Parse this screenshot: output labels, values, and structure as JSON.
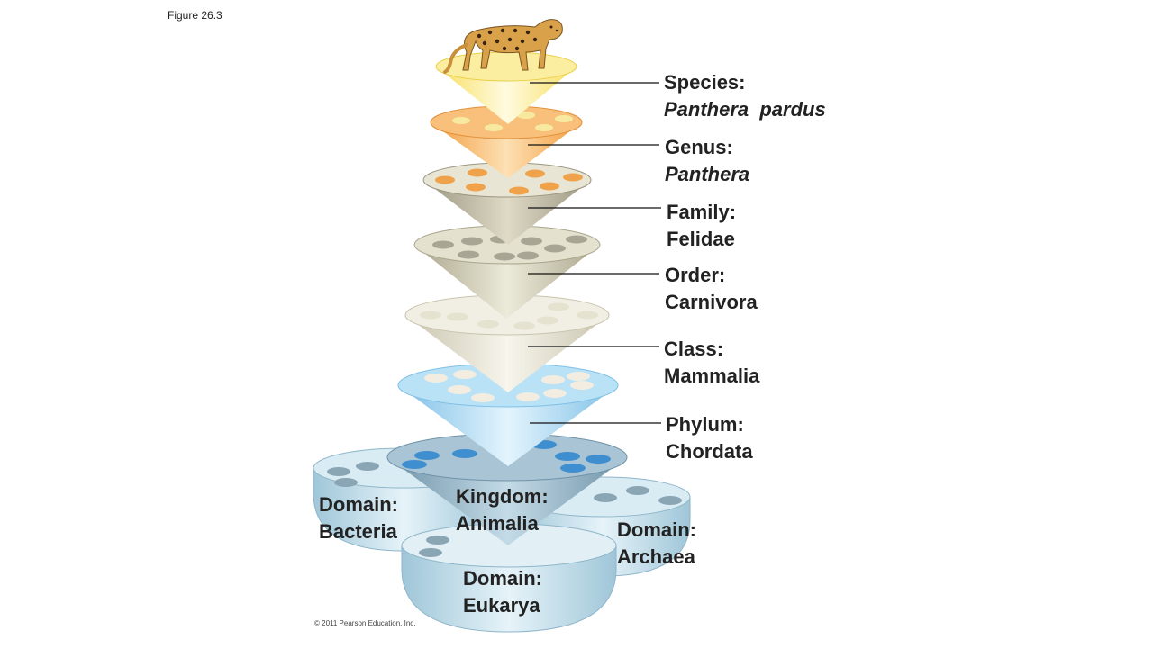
{
  "figure_label": "Figure 26.3",
  "copyright": "© 2011 Pearson Education, Inc.",
  "colors": {
    "species": "#fbe98a",
    "genus": "#f7b45a",
    "family": "#c7c2a8",
    "order": "#d6d2bb",
    "class": "#e9e5d2",
    "phylum": "#a9d9f2",
    "kingdom": "#9fbfd3",
    "domain": "#c6e1ed"
  },
  "ranks": {
    "species": {
      "name": "Species:",
      "value": "Panthera  pardus"
    },
    "genus": {
      "name": "Genus:",
      "value": "Panthera"
    },
    "family": {
      "name": "Family:",
      "value": "Felidae"
    },
    "order": {
      "name": "Order:",
      "value": "Carnivora"
    },
    "class": {
      "name": "Class:",
      "value": "Mammalia"
    },
    "phylum": {
      "name": "Phylum:",
      "value": "Chordata"
    },
    "kingdom": {
      "name": "Kingdom:",
      "value": "Animalia"
    }
  },
  "domains": {
    "bacteria": {
      "name": "Domain:",
      "value": "Bacteria"
    },
    "archaea": {
      "name": "Domain:",
      "value": "Archaea"
    },
    "eukarya": {
      "name": "Domain:",
      "value": "Eukarya"
    }
  }
}
